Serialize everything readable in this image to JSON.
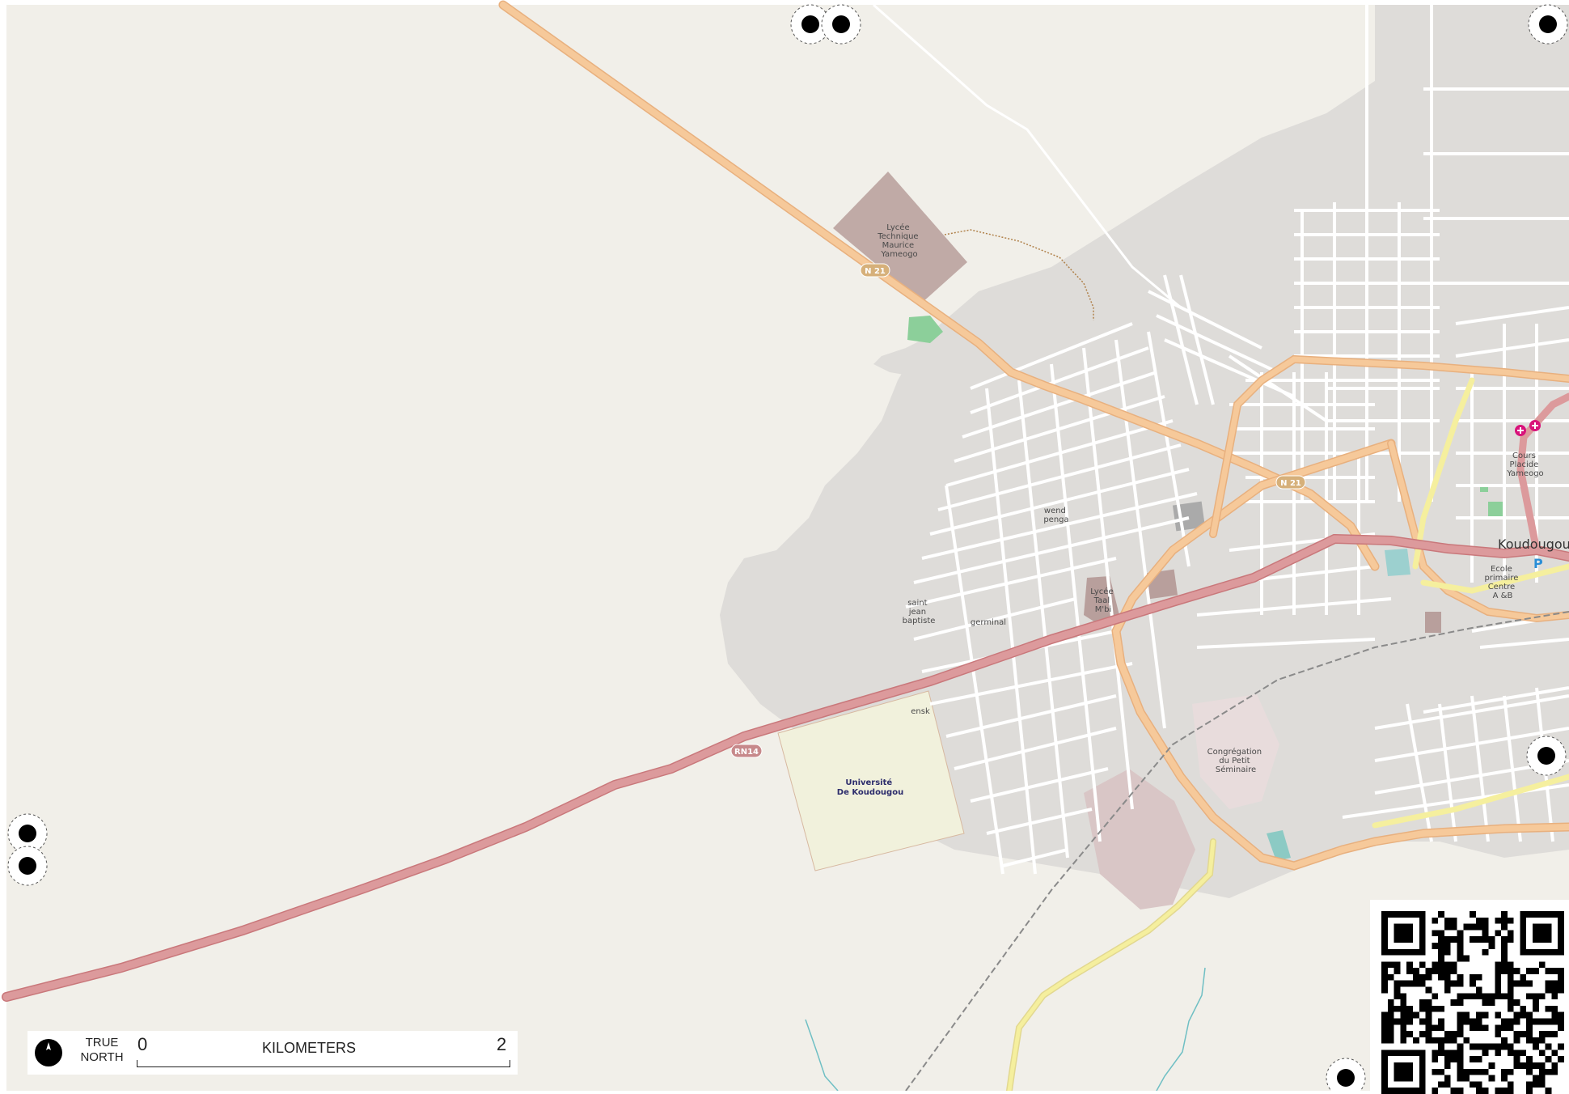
{
  "map": {
    "city_label": "Koudougou",
    "road_labels": {
      "n21_a": "N 21",
      "n21_b": "N 21",
      "rn14": "RN14"
    },
    "places": {
      "lycee_tech": [
        "Lycée",
        "Technique",
        "Maurice",
        "Yameogo"
      ],
      "wend_penga": [
        "wend",
        "penga"
      ],
      "saint_jean": [
        "saint",
        "jean",
        "baptiste"
      ],
      "germinal": "germinal",
      "lycee_taal": [
        "Lycée",
        "Taal",
        "M'bi"
      ],
      "ensk": "ensk",
      "universite": [
        "Université",
        "De Koudougou"
      ],
      "congregation": [
        "Congrégation",
        "du Petit",
        "Séminaire"
      ],
      "cours_placide": [
        "Cours",
        "Placide",
        "Yameogo"
      ],
      "ecole_primaire": [
        "Ecole",
        "primaire",
        "Centre",
        "A &B"
      ]
    },
    "parking_symbol": "P",
    "colors": {
      "background": "#f1efe9",
      "urban": "#dedcd9",
      "primary_road": "#f6c99a",
      "trunk_road": "#dc9a9c",
      "secondary_road": "#f5ef9e",
      "minor_road": "#ffffff",
      "school": "#c0aaa6",
      "university": "#f1f1dc",
      "park": "#8ccf9a",
      "water": "#6fbfc4",
      "railway": "#8a8a8a"
    }
  },
  "legend": {
    "north_line1": "TRUE",
    "north_line2": "NORTH",
    "scale_start": "0",
    "scale_end": "2",
    "scale_unit": "KILOMETERS"
  }
}
